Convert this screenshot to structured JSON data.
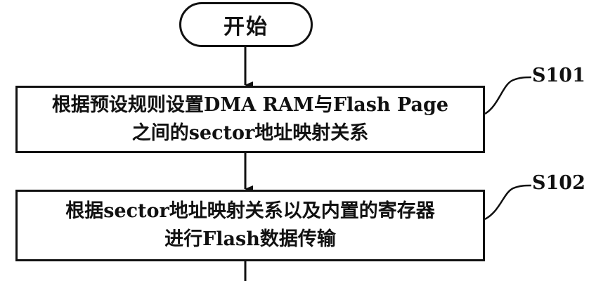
{
  "flowchart": {
    "start": {
      "label": "开始"
    },
    "steps": [
      {
        "id": "S101",
        "line1": "根据预设规则设置DMA RAM与Flash Page",
        "line2": "之间的sector地址映射关系"
      },
      {
        "id": "S102",
        "line1": "根据sector地址映射关系以及内置的寄存器",
        "line2": "进行Flash数据传输"
      }
    ]
  },
  "colors": {
    "stroke": "#111111",
    "background": "#ffffff"
  }
}
